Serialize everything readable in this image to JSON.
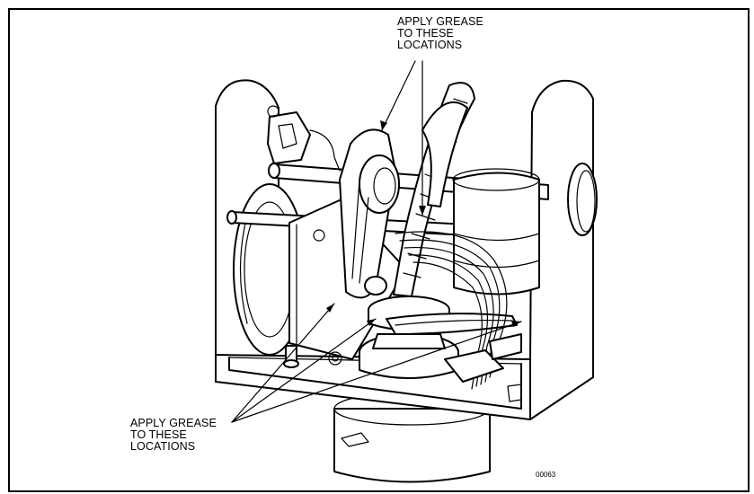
{
  "figure": {
    "callout_top": "APPLY GREASE\nTO THESE\nLOCATIONS",
    "callout_bottom": "APPLY GREASE\nTO THESE\nLOCATIONS",
    "figure_number": "00063",
    "colors": {
      "line": "#000000",
      "background": "#ffffff",
      "shade": "#e9e9e9"
    }
  }
}
